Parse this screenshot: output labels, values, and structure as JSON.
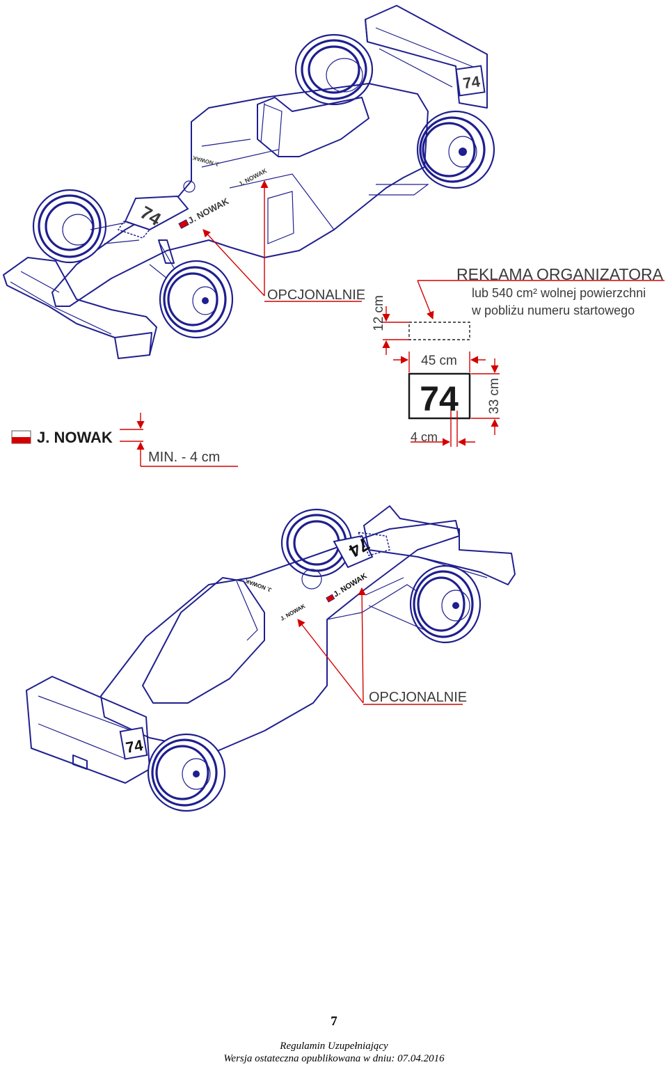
{
  "car_number": "74",
  "driver_name": "J. NOWAK",
  "optional_label": "OPCJONALNIE",
  "organizer_ad": {
    "title": "REKLAMA ORGANIZATORA",
    "line1": "lub 540 cm² wolnej powierzchni",
    "line2": "w pobliżu numeru startowego"
  },
  "dimensions": {
    "height_ad": "12 cm",
    "width_number": "45 cm",
    "height_number": "33 cm",
    "border": "4 cm",
    "name_min": "MIN. - 4 cm"
  },
  "footer": {
    "page_number": "7",
    "line1": "Regulamin Uzupełniający",
    "line2": "Wersja ostateczna opublikowana w dniu: 07.04.2016"
  },
  "colors": {
    "outline": "#1f1f8f",
    "annotation": "#d40000",
    "flag_red": "#d40000"
  }
}
